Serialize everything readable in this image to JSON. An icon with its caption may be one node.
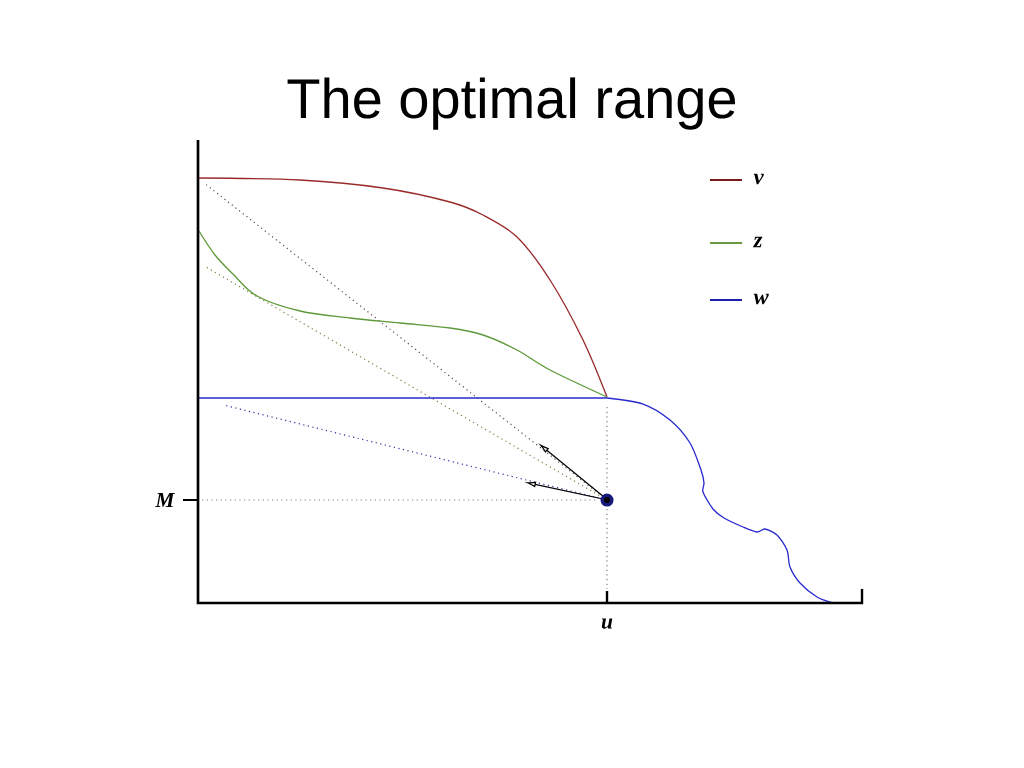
{
  "diagram": {
    "title": "The optimal range",
    "labels": [
      "M",
      "u"
    ],
    "legend": [
      {
        "text": "v"
      },
      {
        "text": "z"
      },
      {
        "text": "w"
      }
    ]
  }
}
